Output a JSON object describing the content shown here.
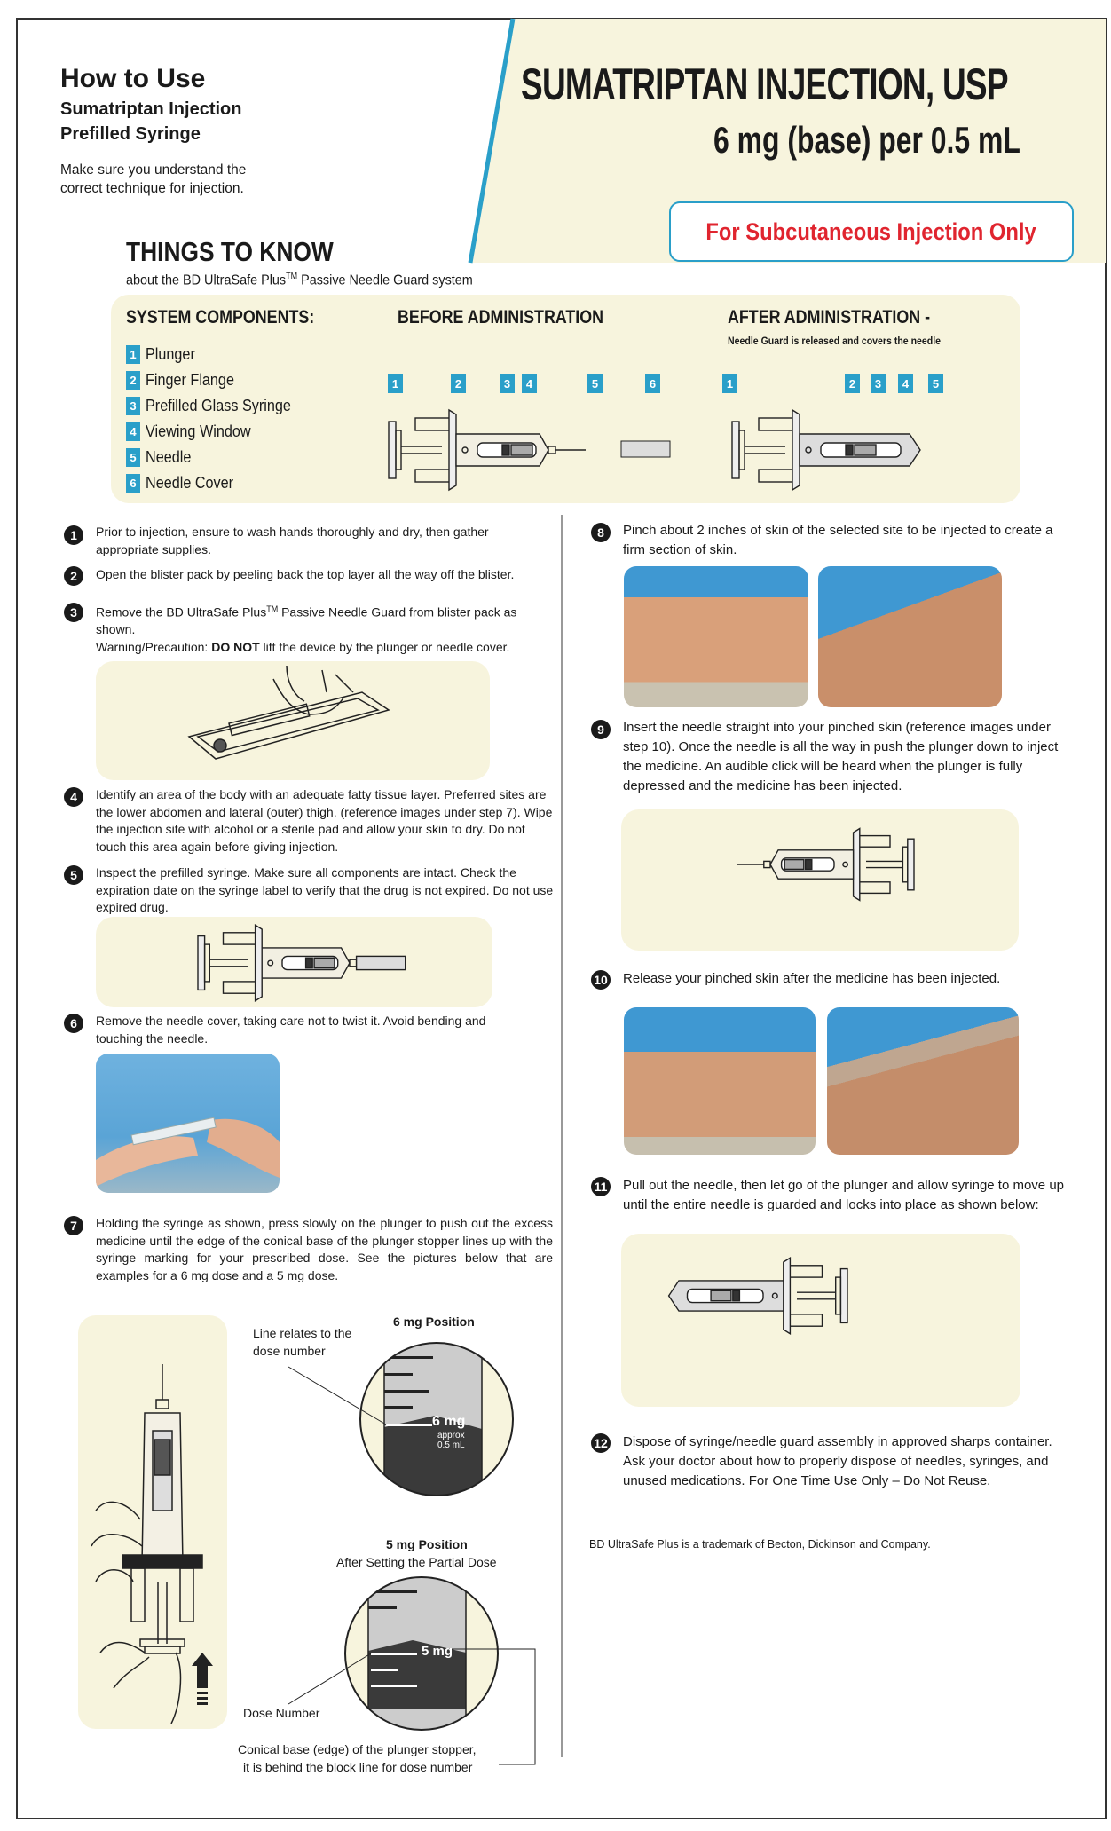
{
  "header": {
    "how_to_use": "How to Use",
    "subtitle_1": "Sumatriptan Injection",
    "subtitle_2": "Prefilled Syringe",
    "intro_1": "Make sure you understand the",
    "intro_2": "correct technique for injection.",
    "product_name": "SUMATRIPTAN INJECTION, USP",
    "strength": "6 mg (base) per 0.5 mL",
    "route_notice": "For Subcutaneous Injection Only"
  },
  "things": {
    "title": "THINGS TO KNOW",
    "about_prefix": "about the BD UltraSafe Plus",
    "about_tm": "TM",
    "about_suffix": " Passive Needle Guard system",
    "components_title": "SYSTEM COMPONENTS:",
    "before_title": "BEFORE ADMINISTRATION",
    "after_title": "AFTER ADMINISTRATION -",
    "after_subtitle": "Needle Guard is released and covers the needle",
    "components": [
      {
        "num": "1",
        "label": "Plunger"
      },
      {
        "num": "2",
        "label": "Finger Flange"
      },
      {
        "num": "3",
        "label": "Prefilled Glass Syringe"
      },
      {
        "num": "4",
        "label": "Viewing Window"
      },
      {
        "num": "5",
        "label": "Needle"
      },
      {
        "num": "6",
        "label": "Needle Cover"
      }
    ],
    "before_callouts": [
      "1",
      "2",
      "3",
      "4",
      "5",
      "6"
    ],
    "after_callouts": [
      "1",
      "2",
      "3",
      "4",
      "5"
    ]
  },
  "steps": {
    "s1": {
      "num": "1",
      "text": "Prior to injection, ensure to wash hands thoroughly and dry, then gather appropriate supplies."
    },
    "s2": {
      "num": "2",
      "text": "Open the blister pack by peeling back the top layer all the way off the blister."
    },
    "s3": {
      "num": "3",
      "text_a": "Remove the BD UltraSafe Plus",
      "tm": "TM",
      "text_b": " Passive Needle Guard from blister pack as shown.",
      "warn_a": "Warning/Precaution: ",
      "warn_bold": "DO NOT",
      "warn_b": " lift the device by the plunger or needle cover."
    },
    "s4": {
      "num": "4",
      "text": "Identify an area of the body with an adequate fatty tissue layer. Preferred sites are the lower abdomen and lateral (outer) thigh. (reference images under step 7). Wipe the injection site with alcohol or a sterile pad and allow your skin to dry. Do not touch this area again before giving injection."
    },
    "s5": {
      "num": "5",
      "text": "Inspect the prefilled syringe. Make sure all components are intact. Check the expiration date on the syringe label to verify that the drug is not expired. Do not use expired drug."
    },
    "s6": {
      "num": "6",
      "text": "Remove the needle cover, taking care not to twist it. Avoid bending and touching the needle."
    },
    "s7": {
      "num": "7",
      "text": "Holding the syringe as shown, press slowly on the plunger to push out the excess medicine until the edge of the conical base of the plunger stopper lines up with the syringe marking for your prescribed dose. See the pictures below that are examples for a 6 mg dose and a 5 mg dose."
    },
    "s8": {
      "num": "8",
      "text": "Pinch about 2 inches of skin of the selected site to be injected to create a firm section of skin."
    },
    "s9": {
      "num": "9",
      "text": "Insert the needle straight into your pinched skin (reference images under step 10). Once the needle is all the way in push the plunger down to inject the medicine. An audible click will be heard when the plunger is fully depressed and the medicine has been injected."
    },
    "s10": {
      "num": "10",
      "text": "Release your pinched skin after the medicine has been injected."
    },
    "s11": {
      "num": "11",
      "text": "Pull out the needle, then let go of the plunger and allow syringe to move up until the entire needle is guarded and locks into place as shown below:"
    },
    "s12": {
      "num": "12",
      "text": "Dispose of syringe/needle guard assembly in approved sharps container. Ask your doctor about how to properly dispose of needles, syringes, and unused medications. For One Time Use Only – Do Not Reuse."
    }
  },
  "dose": {
    "six_title": "6 mg Position",
    "line_relates_1": "Line relates to the",
    "line_relates_2": "dose number",
    "six_label": "6 mg",
    "approx_1": "approx",
    "approx_2": "0.5 mL",
    "five_title": "5 mg Position",
    "five_subtitle": "After Setting the Partial Dose",
    "five_label": "5 mg",
    "dose_number": "Dose Number",
    "conical_1": "Conical base (edge) of the plunger stopper,",
    "conical_2": "it is behind the block line for dose number"
  },
  "footer": {
    "trademark": "BD UltraSafe Plus is a trademark of Becton, Dickinson and Company."
  },
  "colors": {
    "accent_blue": "#2a9fc9",
    "cream": "#f7f4dd",
    "alert_red": "#e0252f"
  }
}
